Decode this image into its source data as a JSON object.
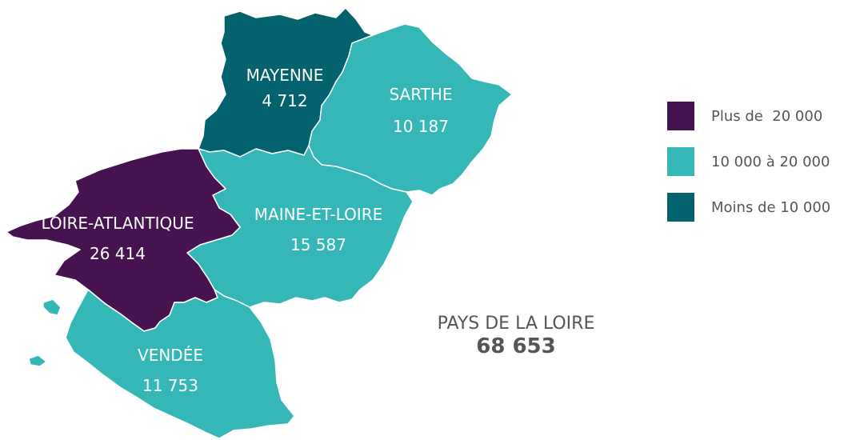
{
  "colors": {
    "high": "#46124f",
    "mid": "#35b7b8",
    "low": "#03626e",
    "border": "#ffffff",
    "text": "#555555"
  },
  "departments": [
    {
      "id": "mayenne",
      "name": "MAYENNE",
      "value": "4 712",
      "category": "low"
    },
    {
      "id": "sarthe",
      "name": "SARTHE",
      "value": "10 187",
      "category": "mid"
    },
    {
      "id": "maine-et-loire",
      "name": "MAINE-ET-LOIRE",
      "value": "15 587",
      "category": "mid"
    },
    {
      "id": "loire-atlantique",
      "name": "LOIRE-ATLANTIQUE",
      "value": "26 414",
      "category": "high"
    },
    {
      "id": "vendee",
      "name": "VENDÉE",
      "value": "11 753",
      "category": "mid"
    }
  ],
  "legend": [
    {
      "label": "Plus de  20 000",
      "category": "high"
    },
    {
      "label": "10 000 à 20 000",
      "category": "mid"
    },
    {
      "label": "Moins de 10 000",
      "category": "low"
    }
  ],
  "region": {
    "name": "PAYS DE LA LOIRE",
    "total": "68 653"
  }
}
